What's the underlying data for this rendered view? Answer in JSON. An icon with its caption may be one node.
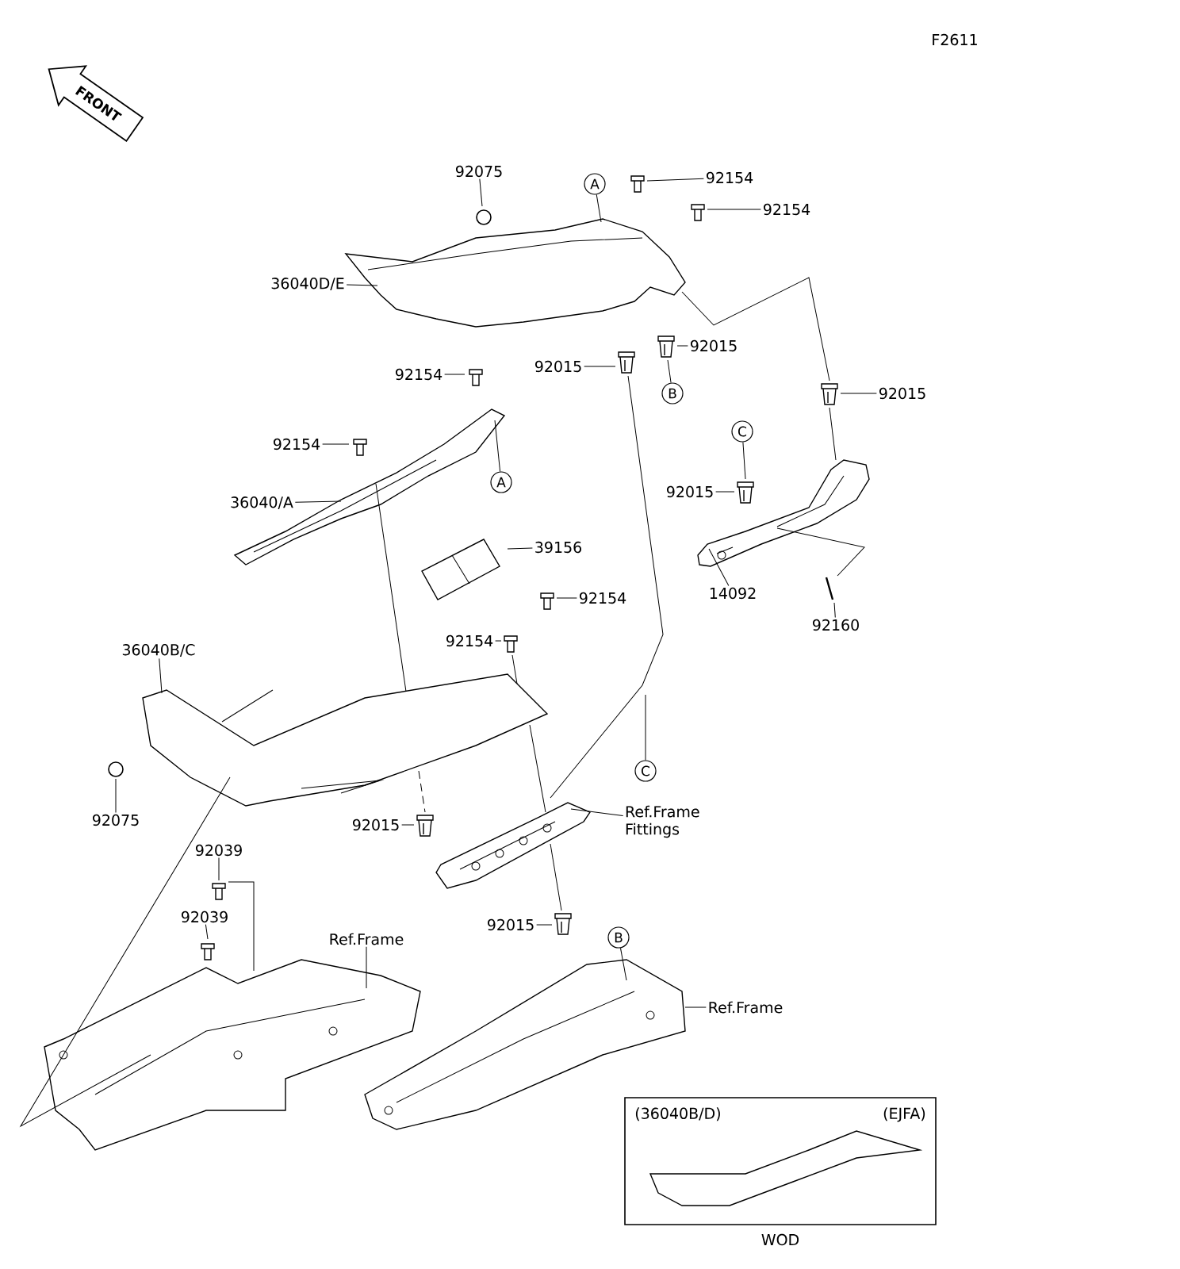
{
  "diagram": {
    "nodes": [
      {
        "text": [
          "92075"
        ]
      },
      {
        "text": [
          "36040D/E"
        ]
      },
      {
        "text": [
          "A"
        ]
      },
      {
        "text": [
          "92154"
        ]
      },
      {
        "text": [
          "92154"
        ]
      },
      {
        "text": [
          "92015"
        ]
      },
      {
        "text": [
          "92015"
        ]
      },
      {
        "text": [
          "B"
        ]
      },
      {
        "text": [
          "92015"
        ]
      },
      {
        "text": [
          "92154"
        ]
      },
      {
        "text": [
          "92154"
        ]
      },
      {
        "text": [
          "36040/A"
        ]
      },
      {
        "text": [
          "A"
        ]
      },
      {
        "text": [
          "39156"
        ]
      },
      {
        "text": [
          "C"
        ]
      },
      {
        "text": [
          "92015"
        ]
      },
      {
        "text": [
          "14092"
        ]
      },
      {
        "text": [
          "92160"
        ]
      },
      {
        "text": [
          "92154"
        ]
      },
      {
        "text": [
          "92154"
        ]
      },
      {
        "text": [
          "36040B/C"
        ]
      },
      {
        "text": [
          "92075"
        ]
      },
      {
        "text": [
          "92015"
        ]
      },
      {
        "text": [
          "C"
        ]
      },
      {
        "text": [
          "Ref.Frame Fittings"
        ]
      },
      {
        "text": [
          "92039"
        ]
      },
      {
        "text": [
          "92039"
        ]
      },
      {
        "text": [
          "Ref.Frame"
        ]
      },
      {
        "text": [
          "92015"
        ]
      },
      {
        "text": [
          "B"
        ]
      },
      {
        "text": [
          "Ref.Frame"
        ]
      },
      {
        "text": [
          "(36040B/D)",
          "(EJFA)"
        ],
        "beside": [
          "WOD"
        ]
      },
      {
        "text": [],
        "shape": "picture"
      },
      {
        "text": [],
        "shape": "picture"
      },
      {
        "text": [],
        "shape": "picture"
      },
      {
        "text": [],
        "shape": "picture"
      },
      {
        "text": [],
        "shape": "picture"
      },
      {
        "text": [],
        "shape": "picture"
      },
      {
        "text": [],
        "shape": "picture"
      },
      {
        "text": [],
        "shape": "picture"
      },
      {
        "text": [],
        "shape": "circle"
      },
      {
        "text": [],
        "shape": "circle"
      },
      {
        "text": [],
        "shape": "picture"
      },
      {
        "text": [],
        "shape": "picture"
      },
      {
        "text": [],
        "shape": "picture"
      },
      {
        "text": [],
        "shape": "picture"
      },
      {
        "text": [],
        "shape": "picture"
      },
      {
        "text": [],
        "shape": "picture"
      },
      {
        "text": [],
        "shape": "picture"
      },
      {
        "text": [],
        "shape": "picture"
      },
      {
        "text": [],
        "shape": "picture"
      },
      {
        "text": [],
        "shape": "picture"
      },
      {
        "text": [],
        "shape": "picture"
      },
      {
        "text": [],
        "shape": "picture"
      },
      {
        "text": [],
        "shape": "picture"
      },
      {
        "text": [],
        "shape": "picture"
      },
      {
        "text": [],
        "shape": "picture"
      }
    ],
    "edges": [
      {
        "from": 0,
        "to": 40,
        "arrow": "none"
      },
      {
        "from": 1,
        "to": 32,
        "arrow": "none"
      },
      {
        "from": 2,
        "to": 32,
        "arrow": "none"
      },
      {
        "from": 3,
        "to": 42,
        "arrow": "none"
      },
      {
        "from": 4,
        "to": 43,
        "arrow": "none"
      },
      {
        "from": 5,
        "to": 50,
        "arrow": "none"
      },
      {
        "from": 6,
        "to": 51,
        "arrow": "none"
      },
      {
        "from": 7,
        "to": 51,
        "arrow": "none"
      },
      {
        "from": 8,
        "to": 52,
        "arrow": "none"
      },
      {
        "from": 9,
        "to": 44,
        "arrow": "none"
      },
      {
        "from": 10,
        "to": 45,
        "arrow": "none"
      },
      {
        "from": 11,
        "to": 33,
        "arrow": "none"
      },
      {
        "from": 12,
        "to": 33,
        "arrow": "none"
      },
      {
        "from": 13,
        "to": 34,
        "arrow": "none"
      },
      {
        "from": 14,
        "to": 53,
        "arrow": "none"
      },
      {
        "from": 15,
        "to": 53,
        "arrow": "none"
      },
      {
        "from": 16,
        "to": 35,
        "arrow": "none"
      },
      {
        "from": 17,
        "to": 56,
        "arrow": "none"
      },
      {
        "from": 18,
        "to": 46,
        "arrow": "none"
      },
      {
        "from": 19,
        "to": 47,
        "arrow": "none"
      },
      {
        "from": 20,
        "to": 36,
        "arrow": "none"
      },
      {
        "from": 21,
        "to": 41,
        "arrow": "none"
      },
      {
        "from": 22,
        "to": 54,
        "arrow": "none"
      },
      {
        "from": 23,
        "to": null,
        "arrow": "none"
      },
      {
        "from": 24,
        "to": 37,
        "arrow": "none"
      },
      {
        "from": 25,
        "to": 48,
        "arrow": "none"
      },
      {
        "from": 26,
        "to": 49,
        "arrow": "none"
      },
      {
        "from": 27,
        "to": 38,
        "arrow": "none"
      },
      {
        "from": 28,
        "to": 55,
        "arrow": "none"
      },
      {
        "from": 29,
        "to": 39,
        "arrow": "none"
      },
      {
        "from": 30,
        "to": 39,
        "arrow": "none"
      },
      {
        "from": 50,
        "to": 37,
        "arrow": "none"
      },
      {
        "from": 33,
        "to": 36,
        "arrow": "none"
      },
      {
        "from": 36,
        "to": 54,
        "arrow": "none",
        "style": "dashed"
      },
      {
        "from": 47,
        "to": 36,
        "arrow": "none"
      },
      {
        "from": 36,
        "to": 37,
        "arrow": "none"
      },
      {
        "from": 37,
        "to": 55,
        "arrow": "none"
      },
      {
        "from": 32,
        "to": 52,
        "arrow": "none"
      },
      {
        "from": 36,
        "to": 38,
        "arrow": "none"
      },
      {
        "from": 48,
        "to": 38,
        "arrow": "none"
      },
      {
        "from": 35,
        "to": 56,
        "arrow": "none"
      },
      {
        "from": 52,
        "to": 35,
        "arrow": "none"
      }
    ],
    "labels": [
      "F2611",
      "FRONT"
    ]
  }
}
